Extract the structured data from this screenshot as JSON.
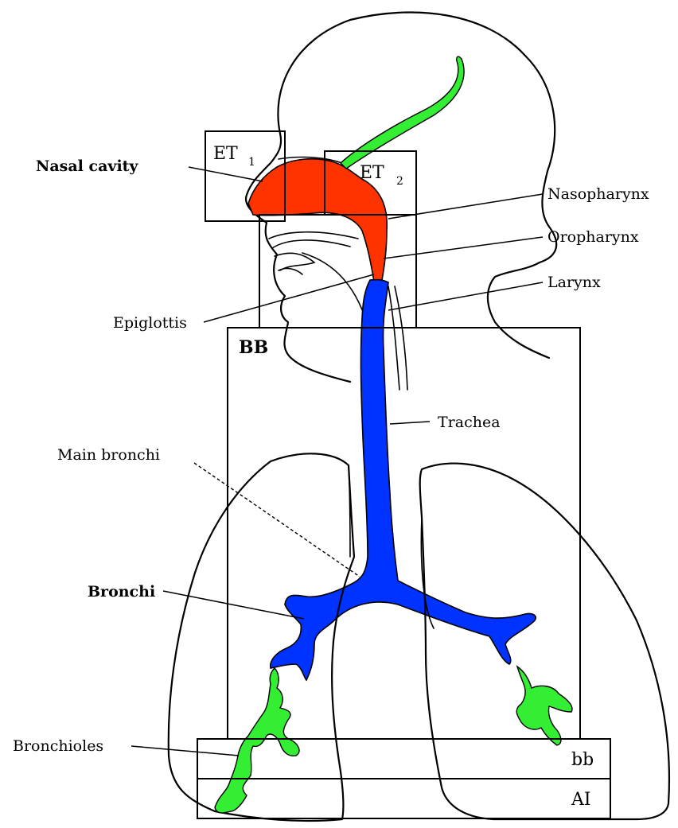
{
  "regions": {
    "et1": {
      "main": "ET",
      "sub": "1"
    },
    "et2": {
      "main": "ET",
      "sub": "2"
    },
    "bb_upper": "BB",
    "bb_lower": "bb",
    "ai": "AI"
  },
  "labels": {
    "nasal_cavity": "Nasal cavity",
    "nasopharynx": "Nasopharynx",
    "oropharynx": "Oropharynx",
    "larynx": "Larynx",
    "epiglottis": "Epiglottis",
    "trachea": "Trachea",
    "main_bronchi": "Main bronchi",
    "bronchi": "Bronchi",
    "bronchioles": "Bronchioles"
  },
  "colors": {
    "extrathoracic_airway": "#ff3300",
    "bronchial_tree": "#0033ff",
    "bronchiolar_region": "#33ee33"
  }
}
